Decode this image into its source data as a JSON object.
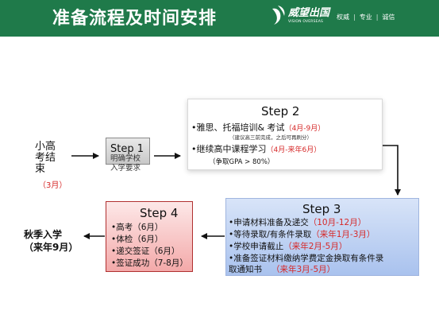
{
  "header": {
    "title": "准备流程及时间安排",
    "logo_main": "威望出国",
    "logo_sub": "VISION OVERSEAS",
    "tagline": [
      "权威",
      "专业",
      "诚信"
    ]
  },
  "start": {
    "label": "小高考结束",
    "date": "（3月）"
  },
  "step1": {
    "title": "Step 1",
    "text": "明确学校入学要求"
  },
  "step2": {
    "title": "Step 2",
    "line1_text": "•雅思、托福培训& 考试",
    "line1_date": "（4月-9月）",
    "note": "（建议高三前完成，之后可再刷分）",
    "line2_text": "•继续高中课程学习",
    "line2_date": "（4月-来年6月）",
    "gpa": "（争取GPA > 80%）"
  },
  "step3": {
    "title": "Step 3",
    "items": [
      {
        "text": "•申请材料准备及递交",
        "date": "（10月-12月）"
      },
      {
        "text": "•等待录取/有条件录取",
        "date": "（来年1月-3月）"
      },
      {
        "text": "•学校申请截止",
        "date": "（来年2月-5月）"
      },
      {
        "text": "•准备签证材料缴纳学费定金换取有条件录",
        "date": ""
      },
      {
        "text": "取通知书",
        "date": "（来年3月-5月）"
      }
    ]
  },
  "step4": {
    "title": "Step 4",
    "items": [
      {
        "text": "•高考",
        "date": "（6月）"
      },
      {
        "text": "•体检",
        "date": "（6月）"
      },
      {
        "text": "•递交签证",
        "date": "（6月）"
      },
      {
        "text": "•签证成功",
        "date": "（7-8月）"
      }
    ]
  },
  "end": {
    "line1": "秋季入学",
    "line2": "（来年9月）"
  },
  "colors": {
    "header": "#1f7a4a",
    "accent_red": "#d62828",
    "step3_fill": "#b7ccf0",
    "step4_fill": "#f6baba"
  }
}
